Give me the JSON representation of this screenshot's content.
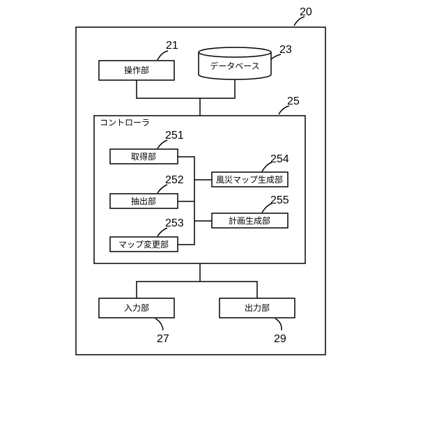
{
  "system": {
    "number": "20"
  },
  "operation_unit": {
    "label": "操作部",
    "number": "21"
  },
  "database": {
    "label": "データベース",
    "number": "23"
  },
  "controller": {
    "title": "コントローラ",
    "number": "25",
    "acquisition_unit": {
      "label": "取得部",
      "number": "251"
    },
    "extraction_unit": {
      "label": "抽出部",
      "number": "252"
    },
    "map_change_unit": {
      "label": "マップ変更部",
      "number": "253"
    },
    "disaster_map_unit": {
      "label": "風災マップ生成部",
      "number": "254"
    },
    "plan_unit": {
      "label": "計画生成部",
      "number": "255"
    }
  },
  "input_unit": {
    "label": "入力部",
    "number": "27"
  },
  "output_unit": {
    "label": "出力部",
    "number": "29"
  }
}
